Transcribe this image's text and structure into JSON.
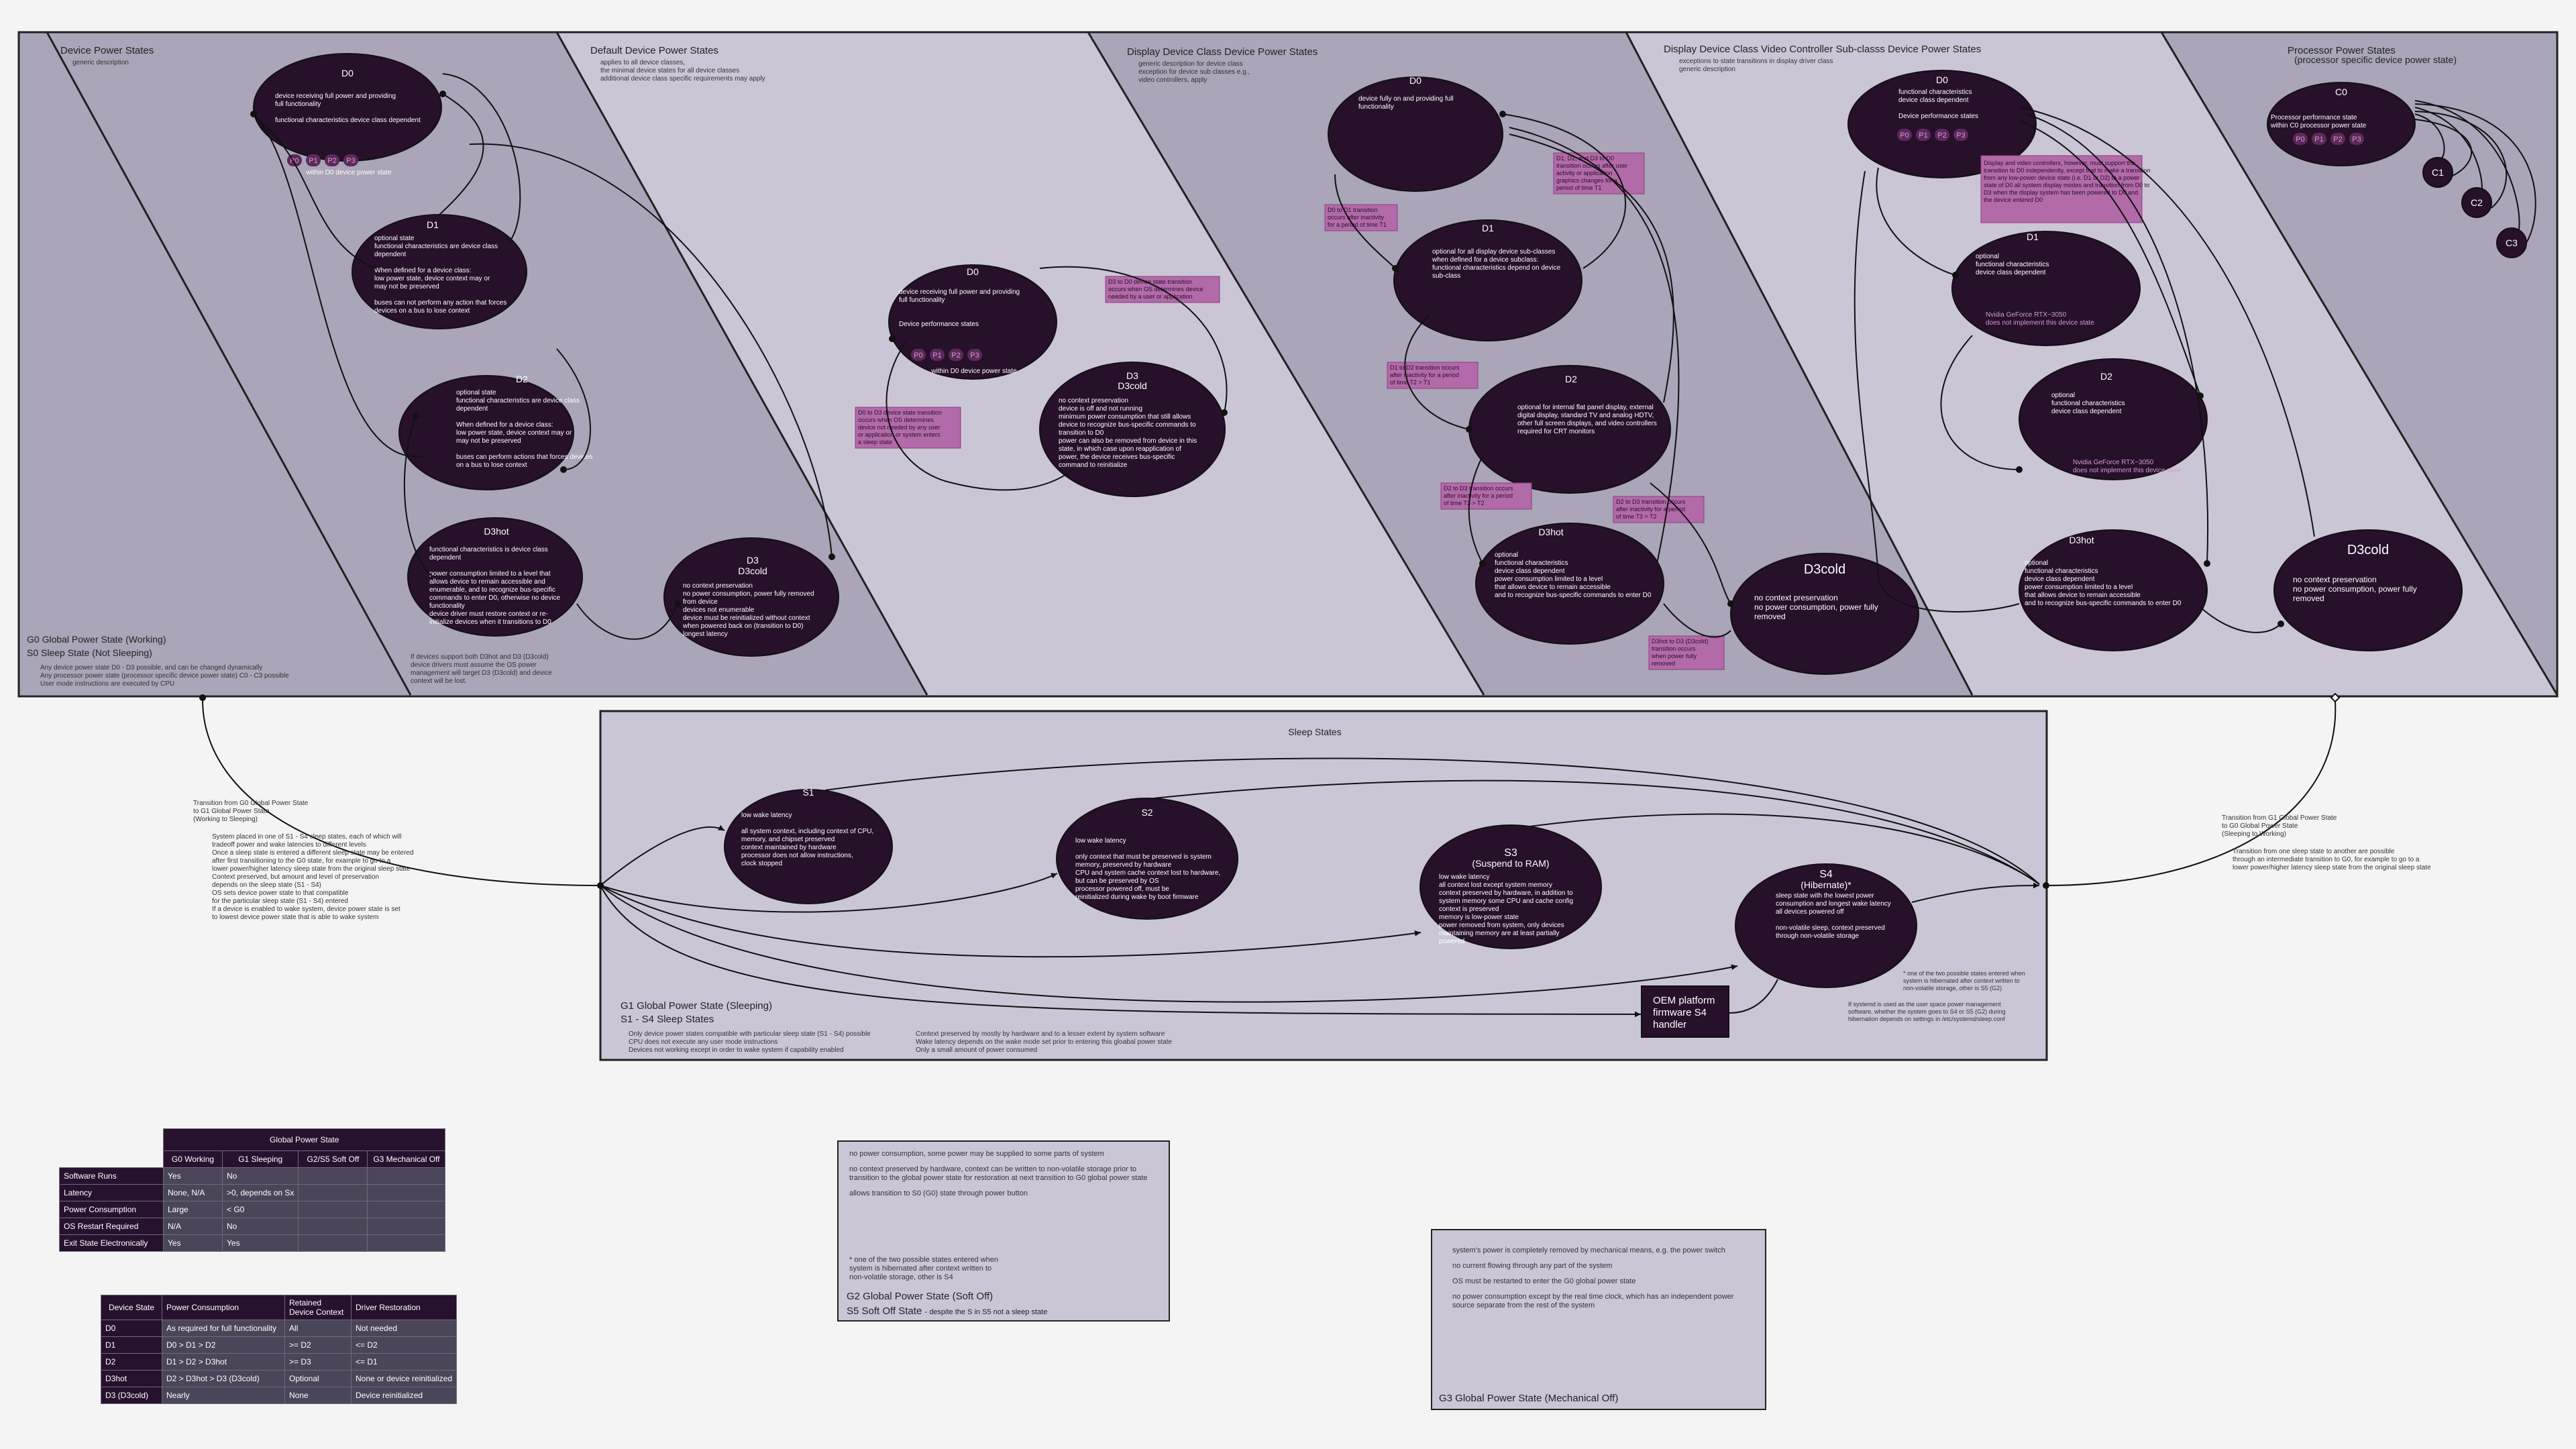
{
  "g0": {
    "title": "G0 Global Power State (Working)",
    "subtitle": "S0 Sleep State (Not Sleeping)",
    "notes": [
      "Any device power state D0 - D3 possible, and can be changed dynamically",
      "Any processor power state (processor specific device power state) C0 - C3 possible",
      "User mode instructions are executed by CPU"
    ]
  },
  "columns": {
    "device": {
      "title": "Device Power States",
      "desc": [
        "generic description"
      ]
    },
    "default": {
      "title": "Default Device Power States",
      "desc": [
        "applies to all device classes,",
        "the minimal device states for all device classes",
        "additional device class specific requirements may apply"
      ]
    },
    "display": {
      "title": "Display Device Class Device Power States",
      "desc": [
        "generic description for device class",
        "exception for device sub classes e.g.,",
        "video controllers, apply"
      ]
    },
    "video": {
      "title": "Display Device Class Video Controller Sub-classs Device Power States",
      "desc": [
        "exceptions to state transitions in display driver class",
        "generic description"
      ]
    },
    "processor": {
      "title": "Processor Power States",
      "title2": "(processor specific device power state)"
    }
  },
  "generic": {
    "d0": {
      "label": "D0",
      "lines": [
        "device receiving full power and providing",
        "full functionality",
        "",
        "functional characteristics device class dependent"
      ],
      "pstates": [
        "P0",
        "P1",
        "P2",
        "P3"
      ],
      "foot": "within D0 device power state"
    },
    "d1": {
      "label": "D1",
      "lines": [
        "optional state",
        "functional characteristics are device class",
        "dependent",
        "",
        "When defined for a device class:",
        "low power state, device context may or",
        "may not be preserved",
        "",
        "buses can not perform any action that forces",
        "devices on a bus to lose context"
      ]
    },
    "d2": {
      "label": "D2",
      "lines": [
        "optional state",
        "functional characteristics are device class",
        "dependent",
        "",
        "When defined for a device class:",
        "low power state, device context may or",
        "may not be preserved",
        "",
        "buses can perform actions that forces devices",
        "on a bus to lose context"
      ]
    },
    "d3hot": {
      "label": "D3hot",
      "lines": [
        "functional characteristics is device class",
        "dependent",
        "",
        "power consumption limited to a level that",
        "allows device to remain accessible and",
        "enumerable, and to recognize bus-specific",
        "commands to enter D0, otherwise no device",
        "functionality",
        "device driver must restore context or re-",
        "initialize devices when it transitions to D0"
      ]
    },
    "d3cold": {
      "label": "D3",
      "label2": "D3cold",
      "lines": [
        "no context preservation",
        "no power consumption, power fully removed",
        "from device",
        "devices not enumerable",
        "device must be reinitialized without context",
        "when powered back on (transition to D0)",
        "longest latency"
      ]
    },
    "footnote": [
      "If devices support both D3hot and D3 (D3cold)",
      "device drivers must assume the OS power",
      "management will target D3 (D3cold) and device",
      "context will be lost."
    ]
  },
  "default_states": {
    "d0": {
      "label": "D0",
      "lines": [
        "device receiving full power and providing",
        "full functionality",
        "",
        "",
        "Device performance states"
      ],
      "pstates": [
        "P0",
        "P1",
        "P2",
        "P3"
      ],
      "foot": "within D0 device power state"
    },
    "d3": {
      "label": "D3",
      "label2": "D3cold",
      "lines": [
        "no context preservation",
        "device is off and not running",
        "minimum power consumption that still allows",
        "device to recognize bus-specific commands to",
        "transition to D0",
        "power can also be removed from device in this",
        "state, in which case upon reapplication of",
        "power, the device receives bus-specific",
        "command to reinitialize"
      ]
    },
    "note_d0_d3": [
      "D0 to D3 device state transition",
      "occurs when OS determines",
      "device not needed by any user",
      "or application or system enters",
      "a sleep state"
    ],
    "note_d3_d0": [
      "D3 to D0 device state transition",
      "occurs when OS determines device",
      "needed by a user or application"
    ]
  },
  "display_states": {
    "d0": {
      "label": "D0",
      "lines": [
        "device fully on and providing full",
        "functionality"
      ]
    },
    "d1": {
      "label": "D1",
      "lines": [
        "optional for all display device sub-classes",
        "when defined for a device subclass:",
        "functional characteristics depend on device",
        "sub-class"
      ]
    },
    "d2": {
      "label": "D2",
      "lines": [
        "optional for internal flat panel display, external",
        "digital display, standard TV and analog HDTV,",
        "other full screen displays, and video controllers",
        "required for CRT monitors"
      ]
    },
    "d3hot": {
      "label": "D3hot",
      "lines": [
        "optional",
        "functional characteristics",
        "device class dependent",
        "power consumption limited to a level",
        "that allows device to remain accessible",
        "and to recognize bus-specific commands to enter D0"
      ]
    },
    "d3cold": {
      "label": "D3cold",
      "lines": [
        "no context preservation",
        "no power consumption, power fully",
        "removed"
      ]
    },
    "note_d0_d1": [
      "D0 to D1 transition",
      "occurs after inactivity",
      "for a period of time T1"
    ],
    "note_d1_d0": [
      "D1, D2, and D3 to D0",
      "transition occurs after user",
      "activity or application",
      "graphics changes for a",
      "period of time T1"
    ],
    "note_d1_d2": [
      "D1 to D2 transition occurs",
      "after inactivity for a period",
      "of time T2 > T1"
    ],
    "note_d2_d3hot": [
      "D2 to D3 transition occurs",
      "after inactivity for a period",
      "of time T3 > T2"
    ],
    "note_d2_d3cold": [
      "D2 to D3 transition occurs",
      "after inactivity for a period",
      "of time T3 > T2"
    ],
    "note_d3hot_d3cold": [
      "D3hot to D3 (D3cold)",
      "transition occurs",
      "when power fully",
      "removed"
    ]
  },
  "video_states": {
    "d0": {
      "label": "D0",
      "lines": [
        "functional characteristics",
        "device class dependent",
        "",
        "Device performance states"
      ],
      "pstates": [
        "P0",
        "P1",
        "P2",
        "P3"
      ]
    },
    "d1": {
      "label": "D1",
      "lines": [
        "optional",
        "functional characteristics",
        "device class dependent"
      ],
      "note": [
        "Nvidia GeForce RTX~3050",
        "does not implement this device state"
      ]
    },
    "d2": {
      "label": "D2",
      "lines": [
        "optional",
        "functional characteristics",
        "device class dependent"
      ],
      "note": [
        "Nvidia GeForce RTX~3050",
        "does not implement this device state"
      ]
    },
    "d3hot": {
      "label": "D3hot",
      "lines": [
        "optional",
        "functional characteristics",
        "device class dependent",
        "power consumption limited to a level",
        "that allows device to remain accessible",
        "and to recognize bus-specific commands to enter D0"
      ]
    },
    "d3cold": {
      "label": "D3cold",
      "lines": [
        "no context preservation",
        "no power consumption, power fully",
        "removed"
      ]
    },
    "note": [
      "Display and video controllers, however, must support the",
      "transition to D0 independently, except that to make a transition",
      "from any low-power device state (i.e. D1 or D2) to a power",
      "state of D0 all system display modes and transition from D0 to",
      "D3 when the display system has been powered to D0 and",
      "the device entered D0"
    ]
  },
  "processor_states": {
    "c0": {
      "label": "C0",
      "lines": [
        "Processor performance state",
        "within C0 processor power state"
      ],
      "pstates": [
        "P0",
        "P1",
        "P2",
        "P3"
      ]
    },
    "c1": "C1",
    "c2": "C2",
    "c3": "C3"
  },
  "transitions": {
    "g0_g1": [
      "Transition from G0 Global Power State",
      "to G1 Global Power State",
      "(Working to Sleeping)"
    ],
    "g0_g1_notes": [
      "System placed in one of S1 - S4 sleep states, each of which will",
      "tradeoff power and wake latencies to different levels",
      "Once a sleep state is entered a different sleep state may be entered",
      "after first transitioning to the G0 state, for example to go to a",
      "lower power/higher latency sleep state from the original sleep state",
      "Context preserved, but amount and level of preservation",
      "depends on the sleep state (S1 - S4)",
      "OS sets device power state to that compatible",
      "for the particular sleep state (S1 - S4) entered",
      "If a device is enabled to wake system, device power state is set",
      "to lowest device power state that is able to wake system"
    ],
    "g1_g0": [
      "Transition from G1 Global Power State",
      "to G0 Global Power State",
      "(Sleeping to Working)"
    ],
    "g1_g0_notes": [
      "Transition from one sleep state to another are possible",
      "through an intermediate transition to G0, for example to go to a",
      "lower power/higher latency sleep state from the original sleep state"
    ]
  },
  "sleep": {
    "title": "Sleep States",
    "g1_title": "G1 Global Power State (Sleeping)",
    "g1_subtitle": "S1 - S4 Sleep States",
    "g1_notes": [
      "Only device power states compatible with particular sleep state (S1 - S4) possible",
      "CPU does not execute any user mode instructions",
      "Devices not working except in order to wake system if capability enabled"
    ],
    "g1_notes2": [
      "Context preserved by mostly by hardware and to a lesser extent by system software",
      "Wake latency depends on the wake mode set prior to entering this gloabal power state",
      "Only a small amount of power consumed"
    ],
    "s1": {
      "label": "S1",
      "lines": [
        "low wake latency",
        "",
        "all system context, including context of CPU,",
        "memory, and chipset preserved",
        "context maintained by hardware",
        "processor does not allow instructions,",
        "clock stopped"
      ]
    },
    "s2": {
      "label": "S2",
      "lines": [
        "low wake latency",
        "",
        "only context that must be preserved is system",
        "memory, preserved by hardware",
        "CPU and system cache context lost to hardware,",
        "but can be preserved by OS",
        "processor powered off, must be",
        "reinitialized during wake by boot firmware"
      ]
    },
    "s3": {
      "label": "S3",
      "label2": "(Suspend to RAM)",
      "lines": [
        "low wake latency",
        "all context lost except system memory",
        "context preserved by hardware, in addition to",
        "system memory some CPU and cache config",
        "context is preserved",
        "memory is low-power state",
        "power removed from system, only devices",
        "maintaining memory are at least partially",
        "powered"
      ]
    },
    "s4": {
      "label": "S4",
      "label2": "(Hibernate)*",
      "lines": [
        "sleep state with the lowest power",
        "consumption and longest wake latency",
        "all devices powered off",
        "",
        "non-volatile sleep, context preserved",
        "through non-volatile storage"
      ]
    },
    "oem": [
      "OEM platform",
      "firmware S4",
      "handler"
    ],
    "s4_note1": [
      "* one of the two possible states entered when",
      "system is hibernated after context written to",
      "non-volatile storage, other is S5 (G2)"
    ],
    "s4_note2": [
      "If systemd is used as the user space power management",
      "software, whether the system goes to S4 or S5 (G2) during",
      "hibernation depends on settings in /etc/systemd/sleep.conf"
    ]
  },
  "g2": {
    "lines": [
      "no power consumption, some power may be supplied to some parts of system",
      "no context preserved by hardware, context can be written to non-volatile storage prior to transition to the global power state for restoration at next transition to G0 global power state",
      "allows transition to S0 (G0) state through power button"
    ],
    "footnote": [
      "* one of the two possible states entered when",
      "system is hibernated after context written to",
      "non-volatile storage, other is S4"
    ],
    "title": "G2 Global Power State (Soft Off)",
    "subtitle": "S5 Soft Off State",
    "subtitle_note": "- despite the S in S5 not a sleep state"
  },
  "g3": {
    "lines": [
      "system's power is completely removed by mechanical means, e.g. the power switch",
      "no current flowing through any part of the system",
      "OS must be restarted to enter the G0 global power state",
      "no power consumption except by the real time clock, which has an independent power source separate from the rest of the system"
    ],
    "title": "G3 Global Power State (Mechanical Off)"
  },
  "table1": {
    "group_header": "Global Power State",
    "headers": [
      "G0 Working",
      "G1 Sleeping",
      "G2/S5 Soft Off",
      "G3 Mechanical Off"
    ],
    "rows": [
      {
        "label": "Software Runs",
        "cells": [
          "Yes",
          "No",
          "",
          ""
        ]
      },
      {
        "label": "Latency",
        "cells": [
          "None, N/A",
          ">0, depends on Sx",
          "",
          ""
        ]
      },
      {
        "label": "Power Consumption",
        "cells": [
          "Large",
          "< G0",
          "",
          ""
        ]
      },
      {
        "label": "OS Restart Required",
        "cells": [
          "N/A",
          "No",
          "",
          ""
        ]
      },
      {
        "label": "Exit State Electronically",
        "cells": [
          "Yes",
          "Yes",
          "",
          ""
        ]
      }
    ]
  },
  "table2": {
    "headers": [
      "Device State",
      "Power Consumption",
      "Retained Device Context",
      "Driver Restoration"
    ],
    "rows": [
      [
        "D0",
        "As required for full functionality",
        "All",
        "Not needed"
      ],
      [
        "D1",
        "D0 > D1 > D2",
        ">= D2",
        "<= D2"
      ],
      [
        "D2",
        "D1 > D2 > D3hot",
        ">= D3",
        "<= D1"
      ],
      [
        "D3hot",
        "D2 > D3hot > D3 (D3cold)",
        "Optional",
        "None or device reinitialized"
      ],
      [
        "D3 (D3cold)",
        "Nearly",
        "None",
        "Device reinitialized"
      ]
    ]
  },
  "colors": {
    "node": "#26102a",
    "panel_a": "#aaa5b8",
    "panel_b": "#cbc6d5",
    "note": "#b36aa9",
    "accent": "#d99ad6"
  }
}
